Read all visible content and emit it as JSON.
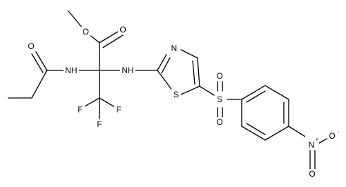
{
  "molecule": {
    "atom_labels": {
      "o_methoxy": "O",
      "o_ester_carbonyl": "O",
      "o_amide": "O",
      "nh_amide": "NH",
      "nh_thiazole": "NH",
      "n_thiazole": "N",
      "s_thiazole": "S",
      "s_sulfonyl": "S",
      "o_sulfonyl_top": "O",
      "o_sulfonyl_bottom": "O",
      "f_left": "F",
      "f_right": "F",
      "f_bottom": "F",
      "n_nitro": "N",
      "o_nitro_double": "O",
      "o_nitro_minus": "O"
    },
    "charges": {
      "n_nitro": "+",
      "o_nitro_minus": "-"
    }
  }
}
